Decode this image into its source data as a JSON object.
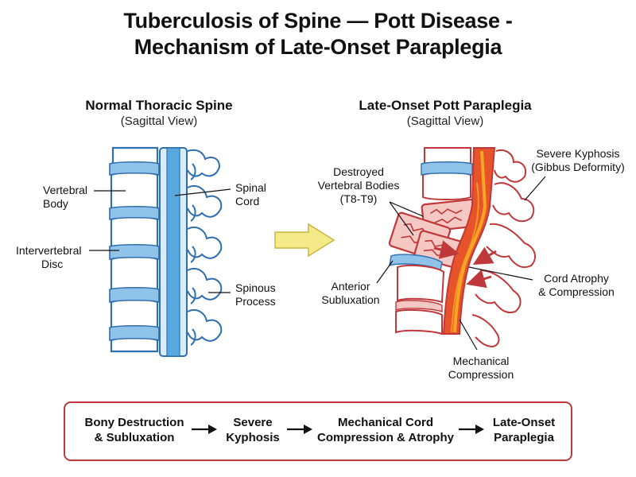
{
  "title": {
    "line1": "Tuberculosis of Spine — Pott Disease -",
    "line2": "Mechanism of Late-Onset Paraplegia"
  },
  "left_panel": {
    "heading": "Normal Thoracic Spine",
    "subheading": "(Sagittal View)",
    "labels": {
      "vertebral_body": [
        "Vertebral",
        "Body"
      ],
      "intervertebral_disc": [
        "Intervertebral",
        "Disc"
      ],
      "spinal_cord": [
        "Spinal",
        "Cord"
      ],
      "spinous_process": [
        "Spinous",
        "Process"
      ]
    }
  },
  "right_panel": {
    "heading": "Late-Onset Pott Paraplegia",
    "subheading": "(Sagittal View)",
    "labels": {
      "destroyed_bodies": [
        "Destroyed",
        "Vertebral Bodies",
        "(T8-T9)"
      ],
      "severe_kyphosis": [
        "Severe Kyphosis",
        "(Gibbus Deformity)"
      ],
      "anterior_subluxation": [
        "Anterior",
        "Subluxation"
      ],
      "cord_atrophy": [
        "Cord Atrophy",
        "& Compression"
      ],
      "mechanical_compression": [
        "Mechanical",
        "Compression"
      ]
    }
  },
  "flow": {
    "steps": [
      [
        "Bony Destruction",
        "& Subluxation"
      ],
      [
        "Severe",
        "Kyphosis"
      ],
      [
        "Mechanical Cord",
        "Compression & Atrophy"
      ],
      [
        "Late-Onset",
        "Paraplegia"
      ]
    ]
  },
  "colors": {
    "normal_bone_outline": "#2f6fb0",
    "disc_fill": "#8fc3ea",
    "cord_normal": "#5aa8e0",
    "pathology_outline": "#c0393a",
    "cord_diseased": "#e8542a",
    "cord_highlight": "#f6a623",
    "lesion_fill": "#f6c8c4",
    "transition_arrow": "#f5ea8a",
    "flow_border": "#c0393a"
  }
}
